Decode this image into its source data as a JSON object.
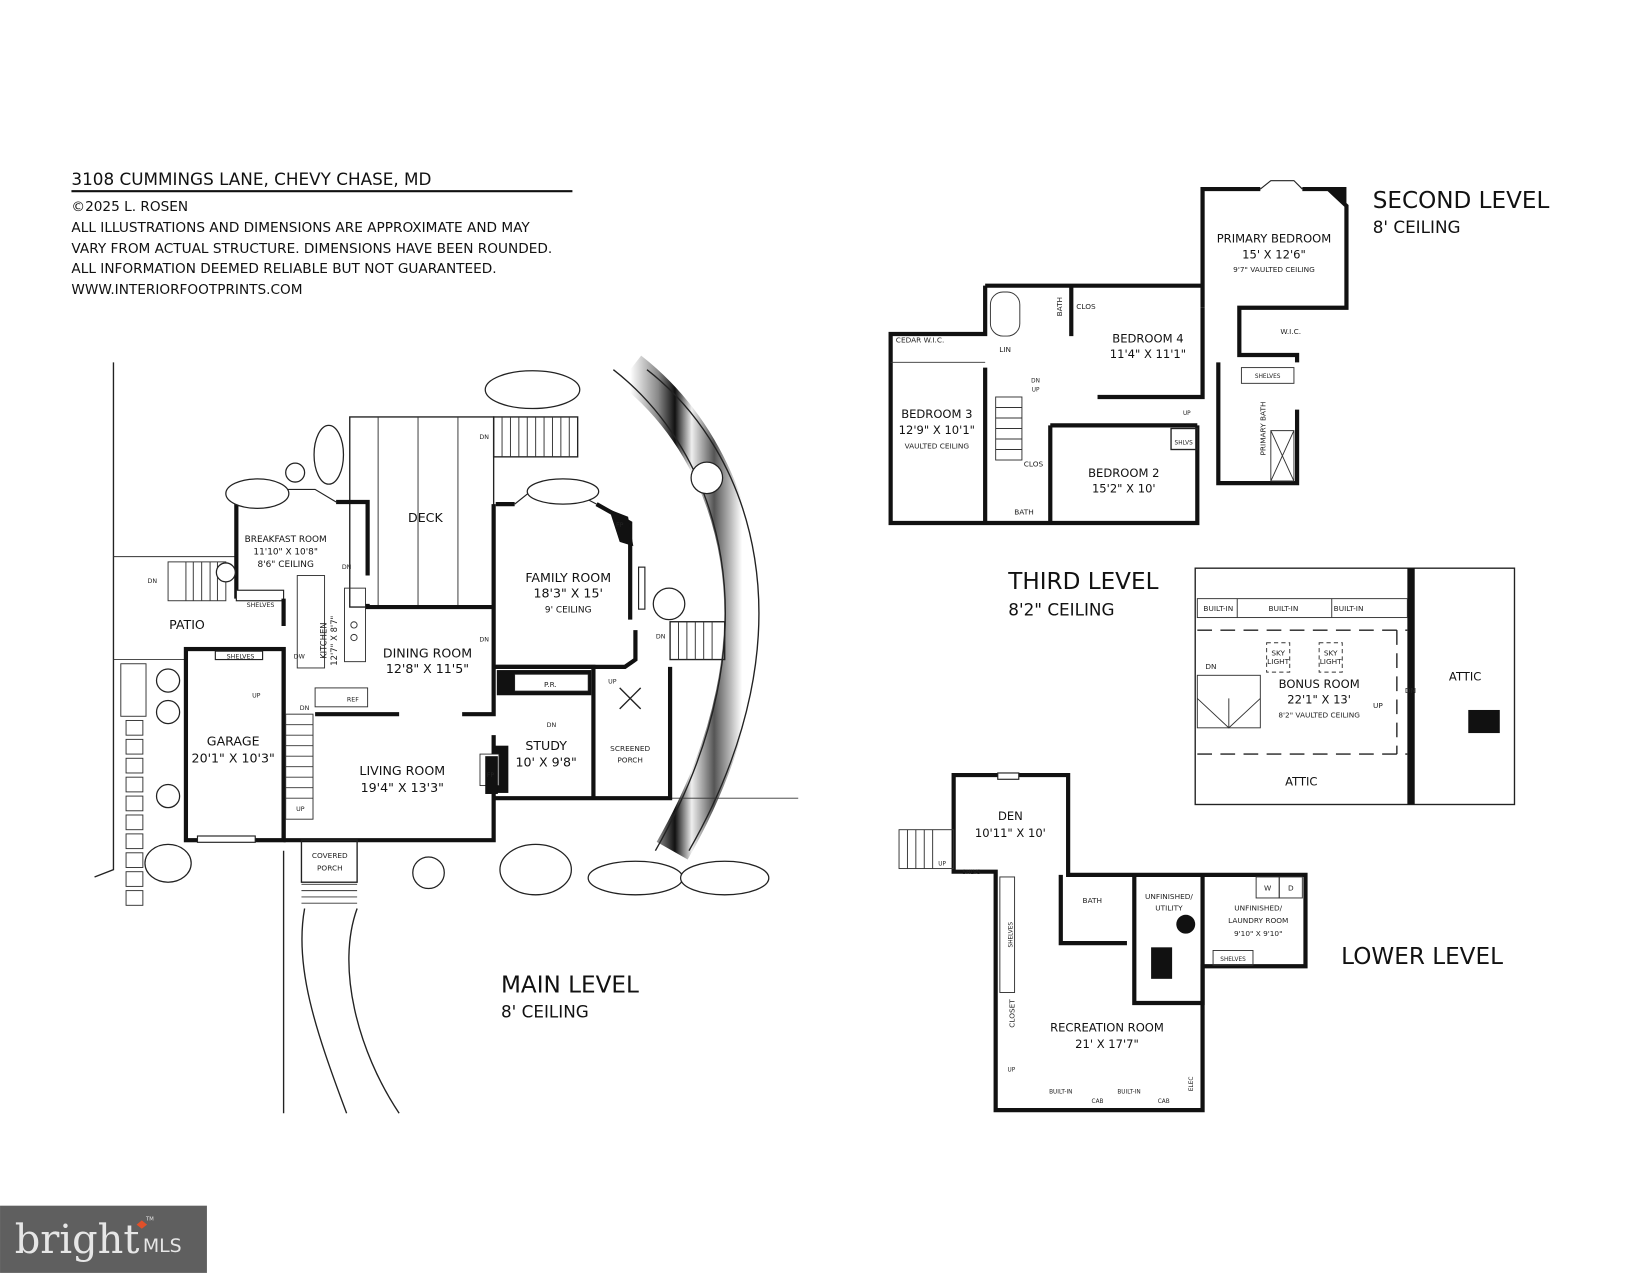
{
  "header": {
    "title": "3108 CUMMINGS LANE, CHEVY CHASE, MD",
    "copyright": "©2025 L. ROSEN",
    "disclaimer": [
      "ALL ILLUSTRATIONS AND DIMENSIONS ARE APPROXIMATE AND MAY",
      "VARY FROM ACTUAL STRUCTURE. DIMENSIONS HAVE BEEN ROUNDED.",
      "ALL INFORMATION DEEMED RELIABLE BUT NOT GUARANTEED."
    ],
    "website": "WWW.INTERIORFOOTPRINTS.COM"
  },
  "main_level": {
    "title": "MAIN LEVEL",
    "ceiling": "8' CEILING",
    "rooms": {
      "breakfast": {
        "name": "BREAKFAST ROOM",
        "dims": "11'10\" X 10'8\"",
        "ceiling": "8'6\" CEILING"
      },
      "deck": {
        "name": "DECK"
      },
      "family": {
        "name": "FAMILY ROOM",
        "dims": "18'3\" X 15'",
        "ceiling": "9' CEILING"
      },
      "patio": {
        "name": "PATIO"
      },
      "kitchen": {
        "name": "KITCHEN",
        "dims": "12'7\" X 8'7\""
      },
      "dining": {
        "name": "DINING ROOM",
        "dims": "12'8\" X 11'5\""
      },
      "garage": {
        "name": "GARAGE",
        "dims": "20'1\" X 10'3\""
      },
      "living": {
        "name": "LIVING ROOM",
        "dims": "19'4\" X 13'3\""
      },
      "study": {
        "name": "STUDY",
        "dims": "10' X 9'8\""
      },
      "screened_porch": {
        "name": "SCREENED",
        "name2": "PORCH"
      },
      "covered_porch": {
        "name": "COVERED",
        "name2": "PORCH"
      },
      "powder_room": {
        "name": "P.R."
      }
    },
    "labels": {
      "dn": "DN",
      "up": "UP",
      "shelves": "SHELVES",
      "dw": "DW",
      "ref": "REF",
      "fp": "FP"
    }
  },
  "second_level": {
    "title": "SECOND LEVEL",
    "ceiling": "8' CEILING",
    "rooms": {
      "primary": {
        "name": "PRIMARY BEDROOM",
        "dims": "15' X 12'6\"",
        "ceiling": "9'7\" VAULTED CEILING"
      },
      "bedroom4": {
        "name": "BEDROOM 4",
        "dims": "11'4\" X 11'1\""
      },
      "bedroom3": {
        "name": "BEDROOM 3",
        "dims": "12'9\" X 10'1\"",
        "ceiling": "VAULTED CEILING"
      },
      "bedroom2": {
        "name": "BEDROOM 2",
        "dims": "15'2\" X 10'"
      },
      "primary_bath": {
        "name": "PRIMARY BATH"
      },
      "wic": {
        "name": "W.I.C."
      },
      "cedar_wic": {
        "name": "CEDAR W.I.C."
      }
    },
    "labels": {
      "bath": "BATH",
      "clos": "CLOS",
      "lin": "LIN",
      "shelves": "SHELVES",
      "shlvs": "SHLVS",
      "dn": "DN",
      "up": "UP"
    }
  },
  "third_level": {
    "title": "THIRD LEVEL",
    "ceiling": "8'2\" CEILING",
    "rooms": {
      "bonus": {
        "name": "BONUS ROOM",
        "dims": "22'1\" X 13'",
        "ceiling": "8'2\" VAULTED CEILING"
      },
      "attic": {
        "name": "ATTIC"
      }
    },
    "labels": {
      "built_in": "BUILT-IN",
      "sky": "SKY",
      "light": "LIGHT",
      "dn": "DN",
      "up": "UP"
    }
  },
  "lower_level": {
    "title": "LOWER LEVEL",
    "rooms": {
      "den": {
        "name": "DEN",
        "dims": "10'11\" X 10'"
      },
      "recreation": {
        "name": "RECREATION ROOM",
        "dims": "21' X 17'7\""
      },
      "bath": {
        "name": "BATH"
      },
      "utility": {
        "name": "UNFINISHED/",
        "name2": "UTILITY"
      },
      "laundry": {
        "name": "UNFINISHED/",
        "name2": "LAUNDRY ROOM",
        "dims": "9'10\" X 9'10\""
      },
      "closet": {
        "name": "CLOSET"
      }
    },
    "labels": {
      "shelves": "SHELVES",
      "shlvs": "SHLVS",
      "built_in": "BUILT-IN",
      "cab": "CAB",
      "elec": "ELEC",
      "up": "UP",
      "w": "W",
      "d": "D"
    }
  },
  "logo": {
    "word": "bright",
    "mls": "MLS",
    "tm": "TM",
    "background": "#5f5f5f",
    "accent": "#e0502a"
  }
}
